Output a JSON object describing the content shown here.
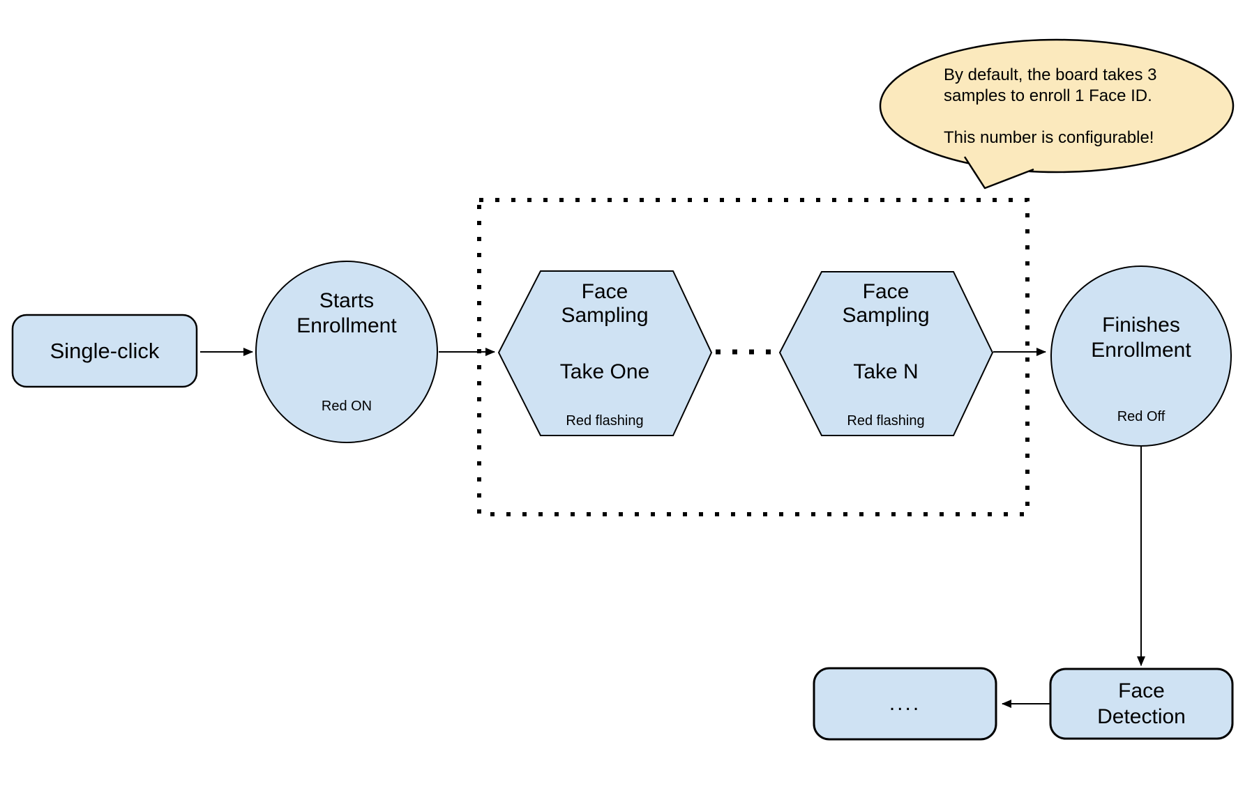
{
  "diagram": {
    "title_hint": "Face enrollment flow",
    "colors": {
      "node_fill": "#cfe2f3",
      "node_stroke": "#000000",
      "callout_fill": "#fbe9bd",
      "connector": "#000000",
      "background": "#ffffff"
    },
    "nodes": {
      "single_click": {
        "label": "Single-click"
      },
      "starts_enrollment": {
        "line1": "Starts",
        "line2": "Enrollment",
        "status": "Red ON"
      },
      "face_sampling_first": {
        "line1": "Face",
        "line2": "Sampling",
        "step": "Take One",
        "status": "Red flashing"
      },
      "face_sampling_last": {
        "line1": "Face",
        "line2": "Sampling",
        "step": "Take N",
        "status": "Red flashing"
      },
      "finishes_enrollment": {
        "line1": "Finishes",
        "line2": "Enrollment",
        "status": "Red Off"
      },
      "face_detection": {
        "line1": "Face",
        "line2": "Detection"
      },
      "continuation": {
        "label": "...."
      }
    },
    "callout": {
      "lines": [
        "By default, the board takes 3",
        "samples to enroll 1 Face ID.",
        "",
        "This number is configurable!"
      ]
    }
  }
}
